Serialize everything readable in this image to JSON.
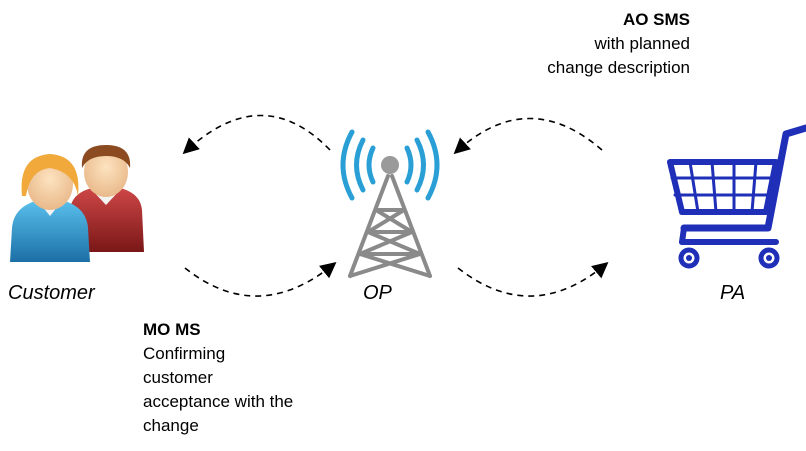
{
  "nodes": {
    "customer": {
      "label": "Customer",
      "icon": "customer-users-icon"
    },
    "op": {
      "label": "OP",
      "icon": "radio-tower-icon"
    },
    "pa": {
      "label": "PA",
      "icon": "shopping-cart-icon"
    }
  },
  "notes": {
    "ao": {
      "title": "AO SMS",
      "lines": [
        "with planned",
        "change description"
      ]
    },
    "mo": {
      "title": "MO MS",
      "lines": [
        "Confirming",
        "customer",
        "acceptance with the",
        "change"
      ]
    }
  },
  "colors": {
    "tower_gray": "#8a8a8a",
    "signal_blue": "#2a9fd6",
    "cart_blue": "#1f2fb8",
    "user_orange": "#e7a23b",
    "user_teal": "#2f8fc8",
    "user_red": "#a32727"
  }
}
